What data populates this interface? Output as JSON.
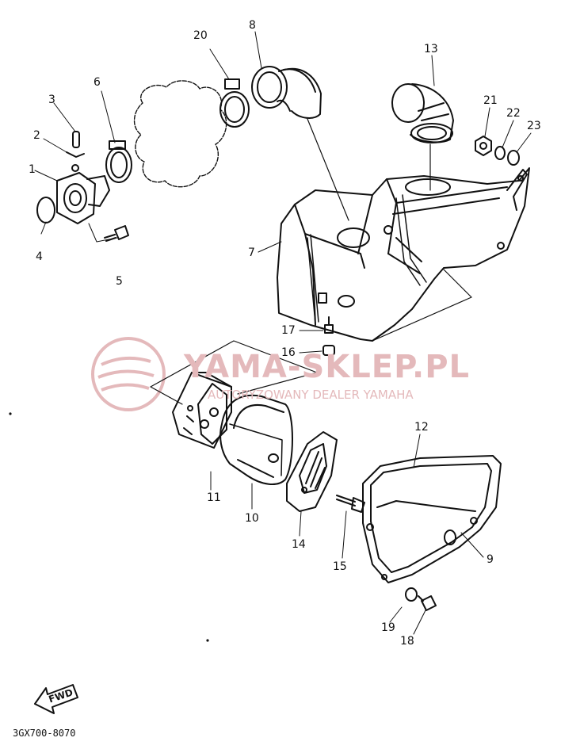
{
  "diagram": {
    "drawing_code": "3GX700-8070",
    "fwd_label": "FWD",
    "watermark": {
      "title": "YAMA-SKLEP.PL",
      "subtitle": "AUTORYZOWANY DEALER YAMAHA",
      "color": "#e4b9bb"
    },
    "line_color": "#111111",
    "part_numbers": {
      "p1": "1",
      "p2": "2",
      "p3": "3",
      "p4": "4",
      "p5": "5",
      "p6": "6",
      "p7": "7",
      "p8": "8",
      "p9": "9",
      "p10": "10",
      "p11": "11",
      "p12": "12",
      "p13": "13",
      "p14": "14",
      "p15": "15",
      "p16": "16",
      "p17": "17",
      "p18": "18",
      "p19": "19",
      "p20": "20",
      "p21": "21",
      "p22": "22",
      "p23": "23"
    }
  }
}
